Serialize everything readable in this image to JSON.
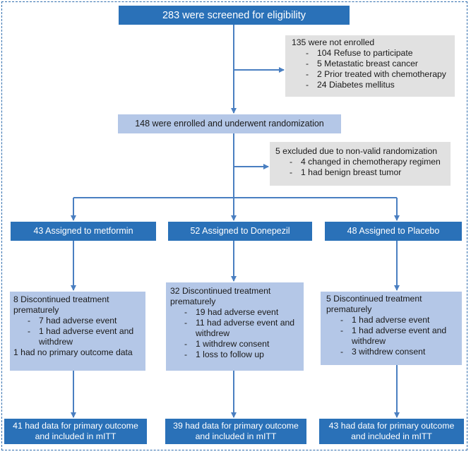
{
  "screened": {
    "label": "283 were screened for eligibility"
  },
  "not_enrolled": {
    "title": "135 were not enrolled",
    "reasons": [
      "104 Refuse to participate",
      "5 Metastatic breast cancer",
      "2 Prior treated with chemotherapy",
      "24 Diabetes mellitus"
    ]
  },
  "randomized": {
    "label": "148 were enrolled and underwent randomization"
  },
  "excluded": {
    "title": "5 excluded due to non-valid randomization",
    "reasons": [
      "4 changed in chemotherapy regimen",
      "1 had benign breast tumor"
    ]
  },
  "arms": [
    {
      "assigned": "43 Assigned to metformin",
      "discontinued_title_1": "8 Discontinued treatment",
      "discontinued_title_2": "prematurely",
      "reasons": [
        "7 had adverse event",
        "1 had adverse event and",
        "withdrew"
      ],
      "note": "1 had no primary outcome data",
      "outcome_1": "41 had data for primary outcome",
      "outcome_2": "and included in mITT"
    },
    {
      "assigned": "52 Assigned to Donepezil",
      "discontinued_title_1": "32 Discontinued treatment",
      "discontinued_title_2": "prematurely",
      "reasons": [
        "19 had adverse event",
        "11 had adverse event and",
        "withdrew",
        "1 withdrew consent",
        "1 loss to follow up"
      ],
      "outcome_1": "39 had data for primary outcome",
      "outcome_2": "and included in mITT"
    },
    {
      "assigned": "48 Assigned to Placebo",
      "discontinued_title_1": "5 Discontinued treatment",
      "discontinued_title_2": "prematurely",
      "reasons": [
        "1 had adverse event",
        "1 had adverse event and",
        "withdrew",
        "3 withdrew consent"
      ],
      "outcome_1": "43 had data for primary outcome",
      "outcome_2": "and included in mITT"
    }
  ],
  "colors": {
    "dark_box": "#2a71b8",
    "light_box": "#b4c7e7",
    "grey_box": "#e1e1e1",
    "connector": "#4a7fc1"
  }
}
